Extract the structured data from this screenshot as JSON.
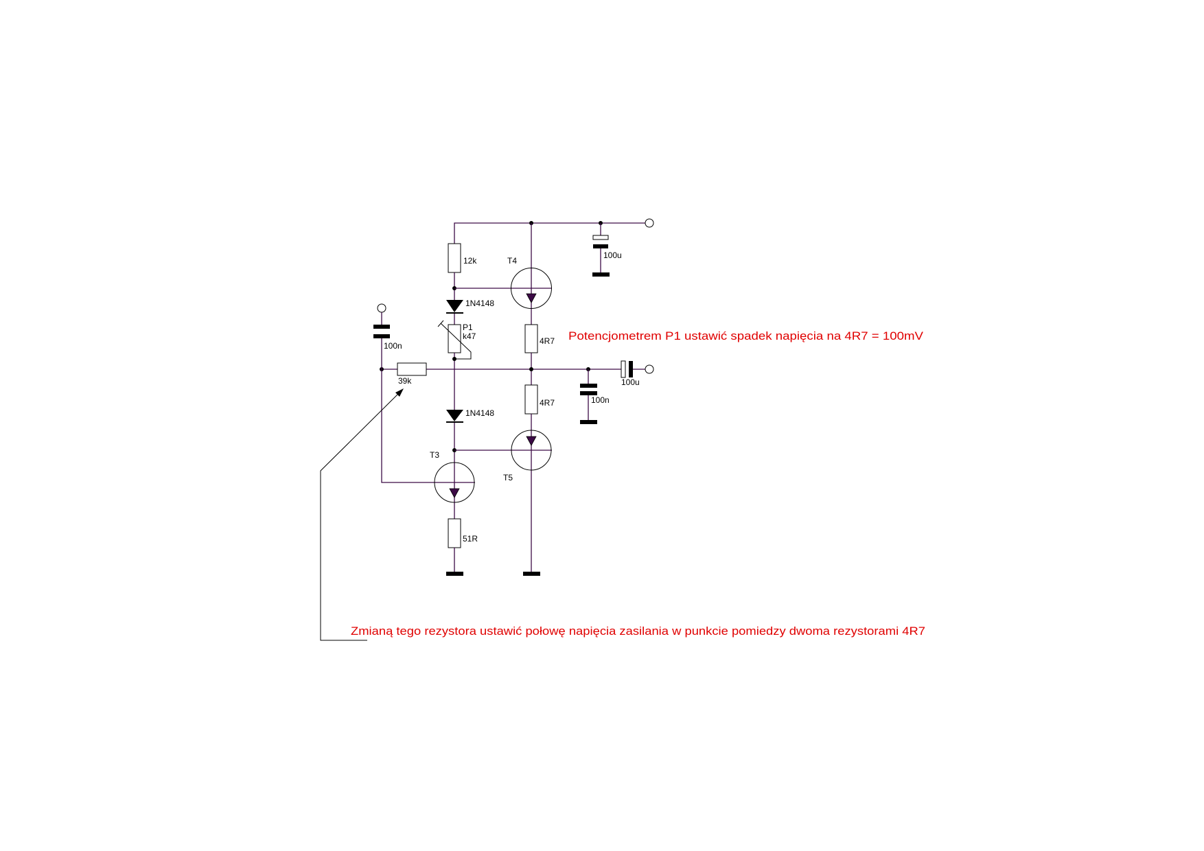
{
  "schematic": {
    "components": {
      "r_12k": "12k",
      "t4": "T4",
      "d1": "1N4148",
      "p1_name": "P1",
      "p1_value": "k47",
      "r_4r7_top": "4R7",
      "r_4r7_bottom": "4R7",
      "r_39k": "39k",
      "c_in": "100n",
      "c_supply": "100u",
      "c_out": "100u",
      "c_mid": "100n",
      "d2": "1N4148",
      "t3": "T3",
      "t5": "T5",
      "r_51r": "51R"
    },
    "notes": {
      "p1_note": "Potencjometrem P1 ustawić spadek napięcia na 4R7 = 100mV",
      "resistor_note": "Zmianą tego rezystora ustawić połowę napięcia zasilania w punkcie pomiedzy dwoma rezystorami 4R7"
    },
    "colors": {
      "wire": "#3c0a46",
      "note": "#e00000"
    }
  }
}
